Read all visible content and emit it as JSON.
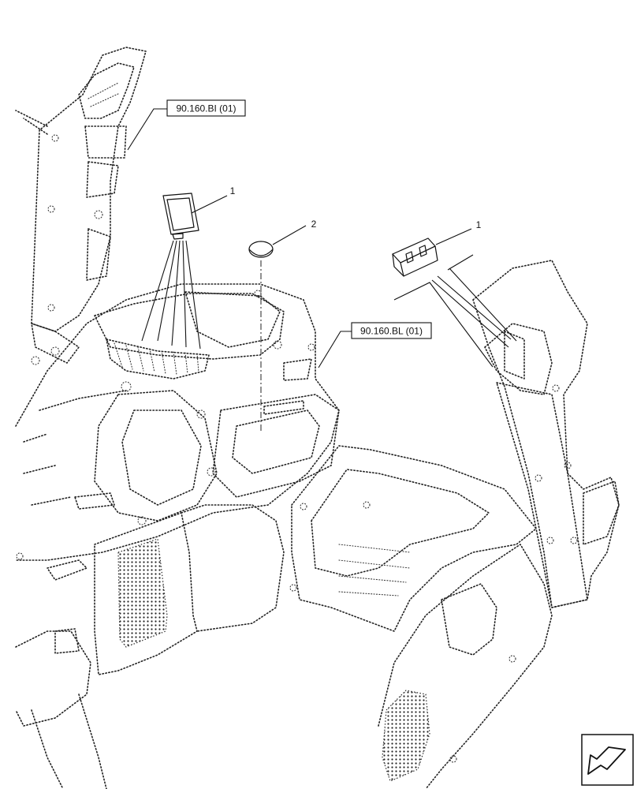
{
  "references": {
    "upper": "90.160.BI (01)",
    "middle": "90.160.BL (01)"
  },
  "callouts": {
    "item_1_left": "1",
    "item_2": "2",
    "item_1_right": "1"
  },
  "navigation_icon": "arrow-back-icon",
  "colors": {
    "line": "#111111",
    "background": "#ffffff"
  }
}
